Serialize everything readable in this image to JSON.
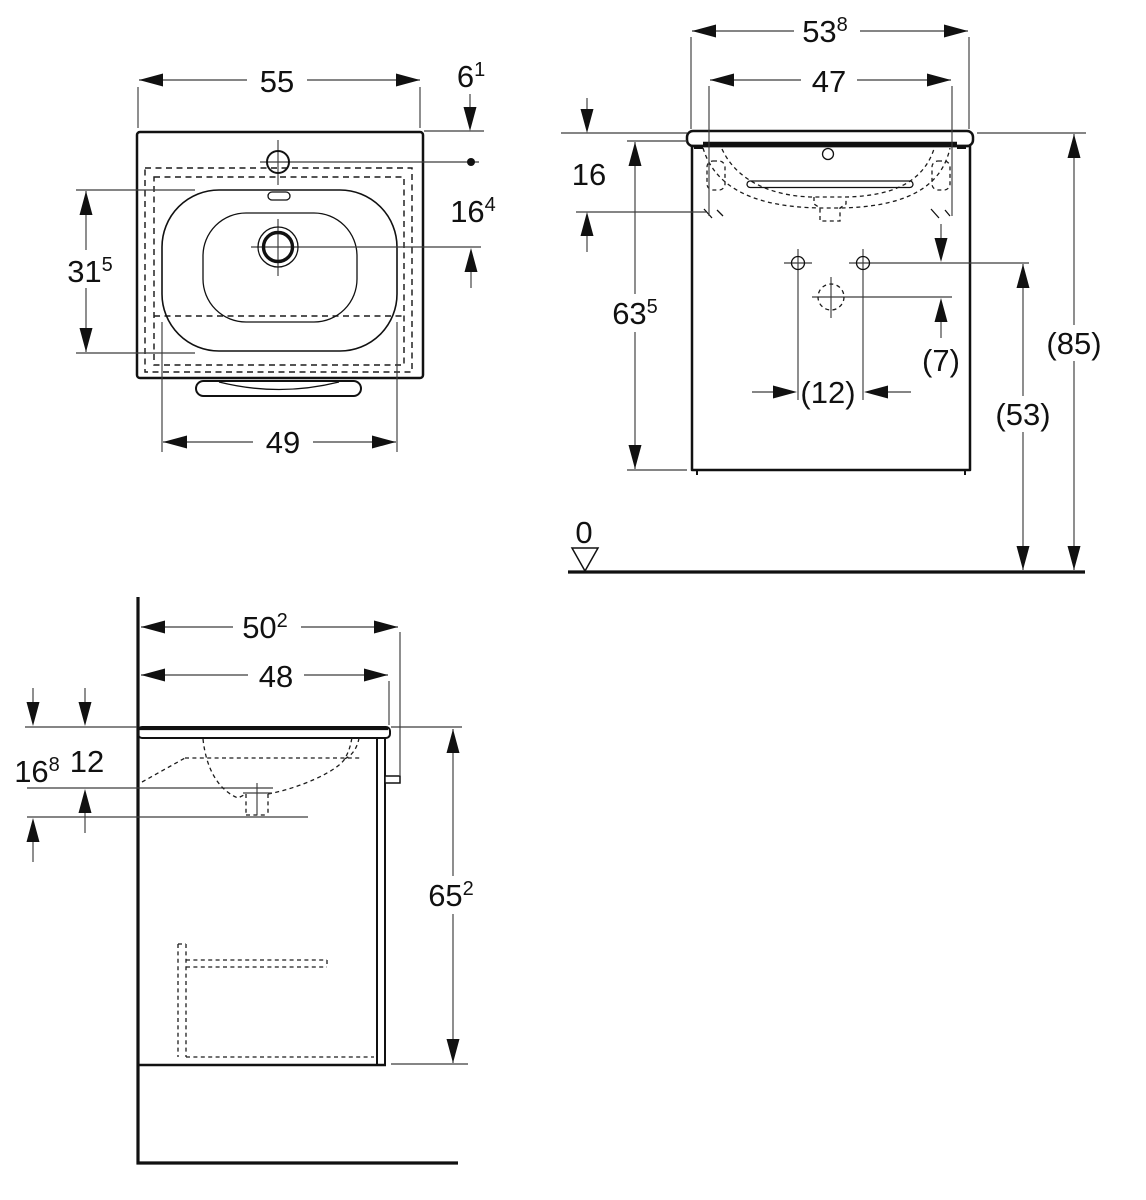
{
  "colors": {
    "ink": "#111111",
    "background": "#ffffff"
  },
  "plan": {
    "width": {
      "v": "55",
      "s": ""
    },
    "tap_setback": {
      "v": "6",
      "s": "1"
    },
    "tap_to_drain": {
      "v": "16",
      "s": "4"
    },
    "basin_depth": {
      "v": "31",
      "s": "5"
    },
    "basin_width": {
      "v": "49",
      "s": ""
    }
  },
  "front": {
    "total_width": {
      "v": "53",
      "s": "8"
    },
    "fixing_width": {
      "v": "47",
      "s": ""
    },
    "rim_to_fixing": {
      "v": "16",
      "s": ""
    },
    "cabinet_height": {
      "v": "63",
      "s": "5"
    },
    "holes_spacing": {
      "v": "(12)",
      "s": ""
    },
    "siphon_offset": {
      "v": "(7)",
      "s": ""
    },
    "holes_height": {
      "v": "(53)",
      "s": ""
    },
    "total_height": {
      "v": "(85)",
      "s": ""
    },
    "datum": {
      "v": "0",
      "s": ""
    }
  },
  "side": {
    "total_depth": {
      "v": "50",
      "s": "2"
    },
    "top_depth": {
      "v": "48",
      "s": ""
    },
    "drain_depth": {
      "v": "16",
      "s": "8"
    },
    "overflow_depth": {
      "v": "12",
      "s": ""
    },
    "unit_height": {
      "v": "65",
      "s": "2"
    }
  }
}
